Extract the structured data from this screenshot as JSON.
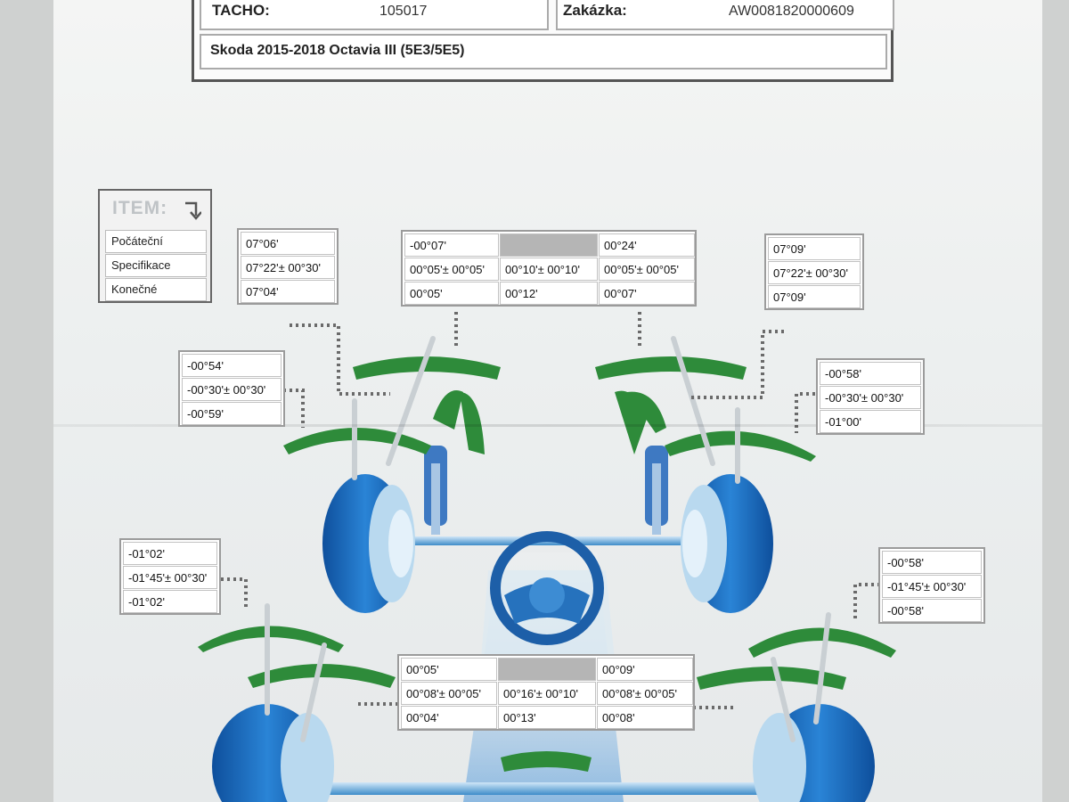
{
  "header": {
    "tacho_label": "TACHO:",
    "tacho_value": "105017",
    "order_label": "Zakázka:",
    "order_value": "AW0081820000609",
    "vehicle": "Skoda  2015-2018  Octavia III (5E3/5E5)"
  },
  "legend": {
    "title": "ITEM:",
    "rows": [
      "Počáteční",
      "Specifikace",
      "Konečné"
    ]
  },
  "front": {
    "left_caster": [
      "07°06'",
      "07°22'± 00°30'",
      "07°04'"
    ],
    "right_caster": [
      "07°09'",
      "07°22'± 00°30'",
      "07°09'"
    ],
    "left_camber": [
      "-00°54'",
      "-00°30'± 00°30'",
      "-00°59'"
    ],
    "right_camber": [
      "-00°58'",
      "-00°30'± 00°30'",
      "-01°00'"
    ],
    "toe": {
      "row1": [
        "-00°07'",
        "",
        "00°24'"
      ],
      "row2": [
        "00°05'± 00°05'",
        "00°10'± 00°10'",
        "00°05'± 00°05'"
      ],
      "row3": [
        "00°05'",
        "00°12'",
        "00°07'"
      ]
    }
  },
  "rear": {
    "left_camber": [
      "-01°02'",
      "-01°45'± 00°30'",
      "-01°02'"
    ],
    "right_camber": [
      "-00°58'",
      "-01°45'± 00°30'",
      "-00°58'"
    ],
    "toe": {
      "row1": [
        "00°05'",
        "",
        "00°09'"
      ],
      "row2": [
        "00°08'± 00°05'",
        "00°16'± 00°10'",
        "00°08'± 00°05'"
      ],
      "row3": [
        "00°04'",
        "00°13'",
        "00°08'"
      ]
    }
  },
  "colors": {
    "wheel_blue": "#1f6fc0",
    "arc_green": "#2e8b3a",
    "gray_cell": "#b5b5b5"
  }
}
